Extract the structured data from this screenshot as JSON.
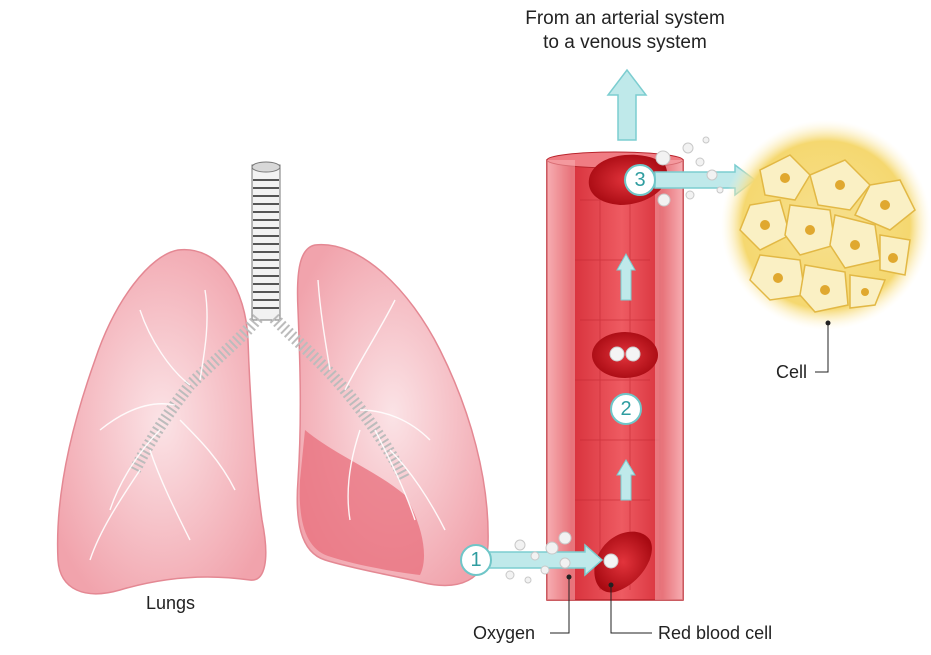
{
  "title": {
    "line1": "From an arterial system",
    "line2": "to a venous system"
  },
  "labels": {
    "lungs": "Lungs",
    "oxygen": "Oxygen",
    "red_blood_cell": "Red blood cell",
    "cell": "Cell"
  },
  "steps": [
    "1",
    "2",
    "3"
  ],
  "colors": {
    "lung": "#f4b8bf",
    "vessel": "#e0414a",
    "rbc": "#c40f18",
    "arrow": "#bfe9ea",
    "arrow_stroke": "#7ccdd0",
    "tissue": "#f3d266"
  }
}
